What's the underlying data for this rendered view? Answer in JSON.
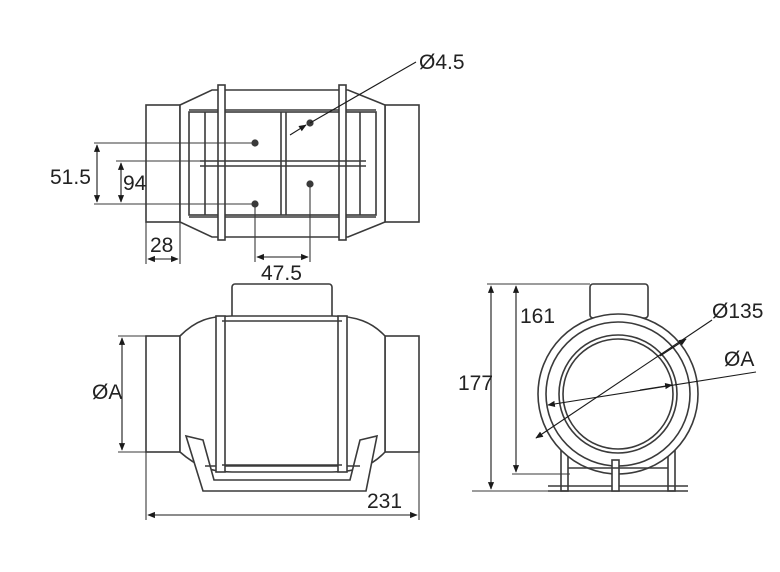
{
  "labels": {
    "hole_diameter": "Ø4.5",
    "dim_51_5": "51.5",
    "dim_94": "94",
    "dim_28": "28",
    "dim_47_5": "47.5",
    "dim_oa_side": "ØA",
    "dim_231": "231",
    "dim_177": "177",
    "dim_161": "161",
    "dim_o135": "Ø135",
    "dim_oa_front": "ØA"
  },
  "colors": {
    "line": "#3a3a3a",
    "dimension": "#1a1a1a",
    "text": "#222222"
  }
}
